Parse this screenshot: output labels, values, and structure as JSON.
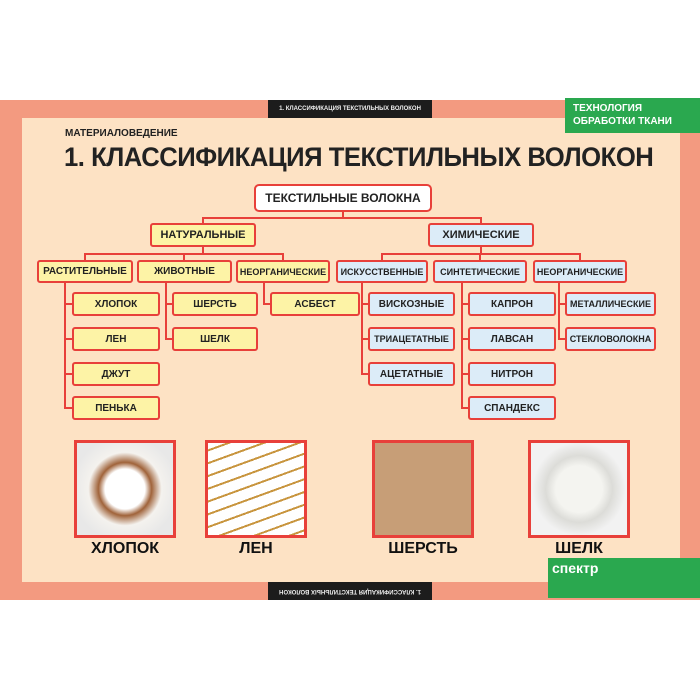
{
  "header": {
    "top_label": "1. КЛАССИФИКАЦИЯ ТЕКСТИЛЬНЫХ ВОЛОКОН",
    "badge_line1": "ТЕХНОЛОГИЯ",
    "badge_line2": "ОБРАБОТКИ ТКАНИ",
    "subject": "МАТЕРИАЛОВЕДЕНИЕ",
    "title": "1. КЛАССИФИКАЦИЯ ТЕКСТИЛЬНЫХ ВОЛОКОН"
  },
  "tree": {
    "root": "ТЕКСТИЛЬНЫЕ ВОЛОКНА",
    "natural": "НАТУРАЛЬНЫЕ",
    "chemical": "ХИМИЧЕСКИЕ",
    "plant": "РАСТИТЕЛЬНЫЕ",
    "animal": "ЖИВОТНЫЕ",
    "inorganic_nat": "НЕОРГАНИЧЕСКИЕ",
    "artificial": "ИСКУССТВЕННЫЕ",
    "synthetic": "СИНТЕТИЧЕСКИЕ",
    "inorganic_chem": "НЕОРГАНИЧЕСКИЕ",
    "plant_items": [
      "ХЛОПОК",
      "ЛЕН",
      "ДЖУТ",
      "ПЕНЬКА"
    ],
    "animal_items": [
      "ШЕРСТЬ",
      "ШЕЛК"
    ],
    "inorganic_nat_items": [
      "АСБЕСТ"
    ],
    "artificial_items": [
      "ВИСКОЗНЫЕ",
      "ТРИАЦЕТАТНЫЕ",
      "АЦЕТАТНЫЕ"
    ],
    "synthetic_items": [
      "КАПРОН",
      "ЛАВСАН",
      "НИТРОН",
      "СПАНДЕКС"
    ],
    "inorganic_chem_items": [
      "МЕТАЛЛИЧЕСКИЕ",
      "СТЕКЛОВОЛОКНА"
    ]
  },
  "photos": [
    "ХЛОПОК",
    "ЛЕН",
    "ШЕРСТЬ",
    "ШЕЛК"
  ],
  "footer": {
    "bottom_label": "1. КЛАССИФИКАЦИЯ ТЕКСТИЛЬНЫХ ВОЛОКОН",
    "logo": "спектр"
  }
}
